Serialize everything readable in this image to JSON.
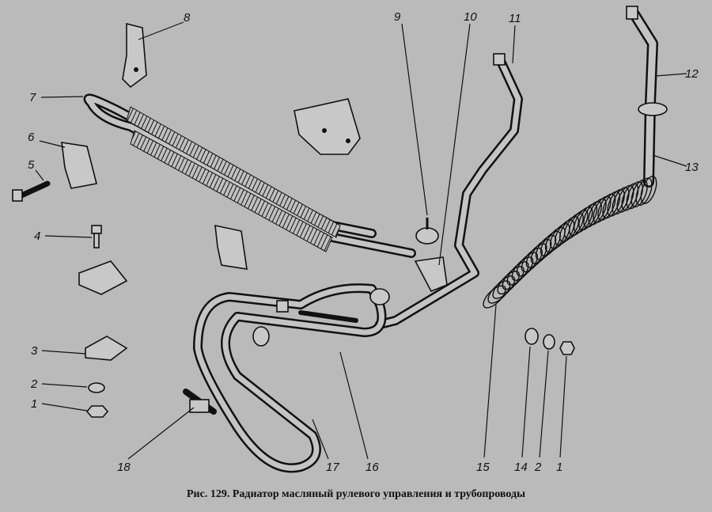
{
  "caption": "Рис. 129. Радиатор масляный рулевого управления и трубопроводы",
  "labels": {
    "l1a": "1",
    "l2a": "2",
    "l3": "3",
    "l4": "4",
    "l5": "5",
    "l6": "6",
    "l7": "7",
    "l8": "8",
    "l9": "9",
    "l10": "10",
    "l11": "11",
    "l12": "12",
    "l13": "13",
    "l14": "14",
    "l15": "15",
    "l16": "16",
    "l17": "17",
    "l18": "18",
    "l2b": "2",
    "l1b": "1"
  }
}
